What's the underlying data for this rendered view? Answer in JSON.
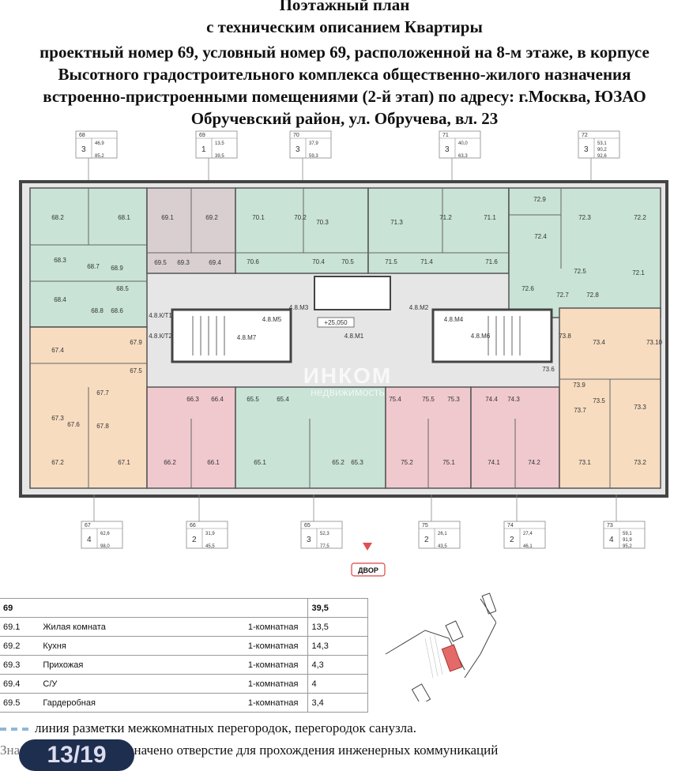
{
  "header": {
    "line1": "Поэтажный план",
    "line2": "с техническим описанием Квартиры",
    "line3": "проектный номер 69, условный номер 69, расположенной на 8-м этаже, в корпусе",
    "line4": "Высотного градостроительного комплекса общественно-жилого назначения",
    "line5": "встроенно-пристроенными помещениями (2-й этап) по адресу: г.Москва, ЮЗАО",
    "line6": "Обручевский район, ул. Обручева, вл. 23"
  },
  "colors": {
    "green": "#c9e3d6",
    "grey_apartment": "#d9cfd0",
    "pink": "#f0c9cf",
    "peach": "#f7dcc0",
    "corridor": "#e6e6e6",
    "wall": "#444444"
  },
  "apartment_cards_top": [
    {
      "num": "68",
      "rooms": "3",
      "a": "46,9",
      "b": "",
      "c": "85,2"
    },
    {
      "num": "69",
      "rooms": "1",
      "a": "13,5",
      "b": "",
      "c": "39,5"
    },
    {
      "num": "70",
      "rooms": "3",
      "a": "37,9",
      "b": "",
      "c": "59,3"
    },
    {
      "num": "71",
      "rooms": "3",
      "a": "40,0",
      "b": "",
      "c": "63,3"
    },
    {
      "num": "72",
      "rooms": "3",
      "a": "53,1",
      "b": "90,2",
      "c": "92,6"
    }
  ],
  "apartment_cards_bottom": [
    {
      "num": "67",
      "rooms": "4",
      "a": "62,6",
      "b": "",
      "c": "98,0"
    },
    {
      "num": "66",
      "rooms": "2",
      "a": "31,9",
      "b": "",
      "c": "45,5"
    },
    {
      "num": "65",
      "rooms": "3",
      "a": "52,3",
      "b": "",
      "c": "77,5"
    },
    {
      "num": "75",
      "rooms": "2",
      "a": "26,1",
      "b": "",
      "c": "43,5"
    },
    {
      "num": "74",
      "rooms": "2",
      "a": "27,4",
      "b": "",
      "c": "46,1"
    },
    {
      "num": "73",
      "rooms": "4",
      "a": "59,1",
      "b": "91,9",
      "c": "95,2"
    }
  ],
  "room_labels": [
    "68.2",
    "68.1",
    "68.3",
    "68.7",
    "68.9",
    "68.5",
    "68.4",
    "68.8",
    "68.6",
    "69.1",
    "69.2",
    "69.5",
    "69.3",
    "69.4",
    "70.1",
    "70.2",
    "70.3",
    "70.6",
    "70.4",
    "70.5",
    "71.3",
    "71.2",
    "71.1",
    "71.5",
    "71.4",
    "71.6",
    "72.9",
    "72.3",
    "72.2",
    "72.4",
    "72.5",
    "72.1",
    "72.6",
    "72.7",
    "72.8",
    "73.8",
    "73.4",
    "73.10",
    "73.6",
    "73.9",
    "73.7",
    "73.5",
    "73.3",
    "73.1",
    "73.2",
    "74.4",
    "74.3",
    "74.1",
    "74.2",
    "75.4",
    "75.5",
    "75.3",
    "75.2",
    "75.1",
    "65.5",
    "65.4",
    "65.1",
    "65.2",
    "65.3",
    "66.3",
    "66.4",
    "66.2",
    "66.1",
    "67.9",
    "67.4",
    "67.5",
    "67.7",
    "67.3",
    "67.6",
    "67.8",
    "67.2",
    "67.1",
    "4.8.М1",
    "4.8.М2",
    "4.8.М3",
    "4.8.М4",
    "4.8.М5",
    "4.8.М6",
    "4.8.М7",
    "4.8.К/Т2",
    "4.8.К/Т1"
  ],
  "elevation_mark": "+25,050",
  "courtyard_label": "ДВОР",
  "spec_table": {
    "header": {
      "code": "69",
      "name": "",
      "type": "",
      "area": "39,5"
    },
    "rows": [
      {
        "code": "69.1",
        "name": "Жилая комната",
        "type": "1-комнатная",
        "area": "13,5"
      },
      {
        "code": "69.2",
        "name": "Кухня",
        "type": "1-комнатная",
        "area": "14,3"
      },
      {
        "code": "69.3",
        "name": "Прихожая",
        "type": "1-комнатная",
        "area": "4,3"
      },
      {
        "code": "69.4",
        "name": "С/У",
        "type": "1-комнатная",
        "area": "4"
      },
      {
        "code": "69.5",
        "name": "Гардеробная",
        "type": "1-комнатная",
        "area": "3,4"
      }
    ]
  },
  "legend": {
    "partition_text": "линия разметки межкомнатных перегородок, перегородок санузла.",
    "note_prefix": "Зна",
    "note_text": "обозначено отверстие для прохождения инженерных коммуникаций"
  },
  "watermark": {
    "brand": "ИНКОМ",
    "sub": "недвижимость"
  },
  "page_indicator": "13/19"
}
